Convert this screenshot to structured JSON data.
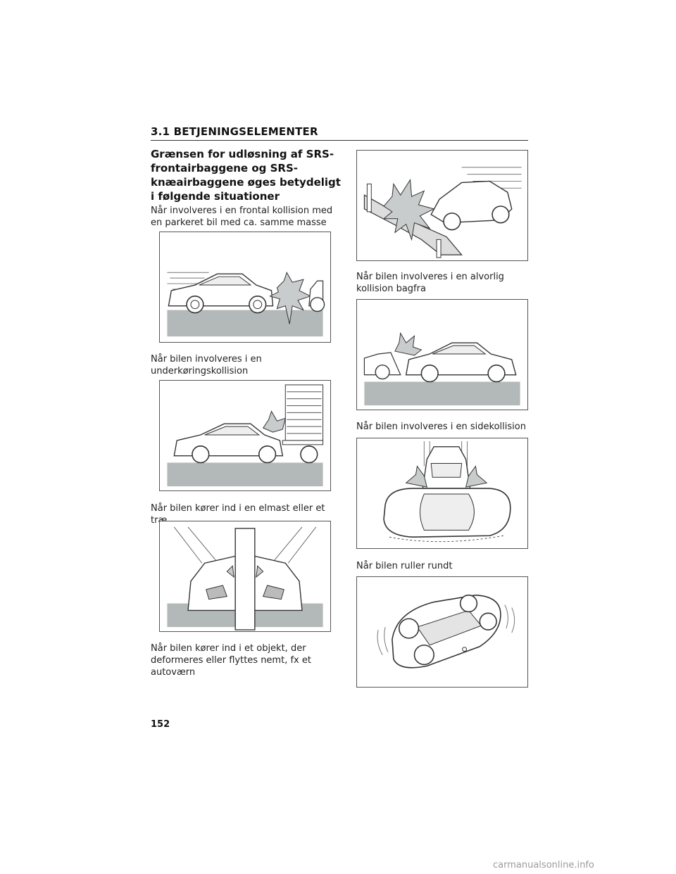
{
  "header": {
    "section": "3.1 BETJENINGSELEMENTER"
  },
  "content": {
    "heading": "Grænsen for udløsning af SRS-frontairbaggene og SRS-knæairbaggene øges betydeligt i følgende situationer",
    "captions": {
      "frontal_parked": "Når involveres i en frontal kollision med en parkeret bil med ca. samme masse",
      "underride": "Når bilen involveres i en underkøringskollision",
      "pole": "Når bilen kører ind i en elmast eller et træ",
      "deformable": "Når bilen kører ind i et objekt, der deformeres eller flyttes nemt, fx et autoværn",
      "rear": "Når bilen involveres i en alvorlig kollision bagfra",
      "side": "Når bilen involveres i en sidekollision",
      "rollover": "Når bilen ruller rundt"
    }
  },
  "footer": {
    "page_number": "152"
  },
  "watermark": "carmanualsonline.info",
  "colors": {
    "ground": "#b3b8b8",
    "impact": "#c9cccc",
    "line": "#333333"
  }
}
